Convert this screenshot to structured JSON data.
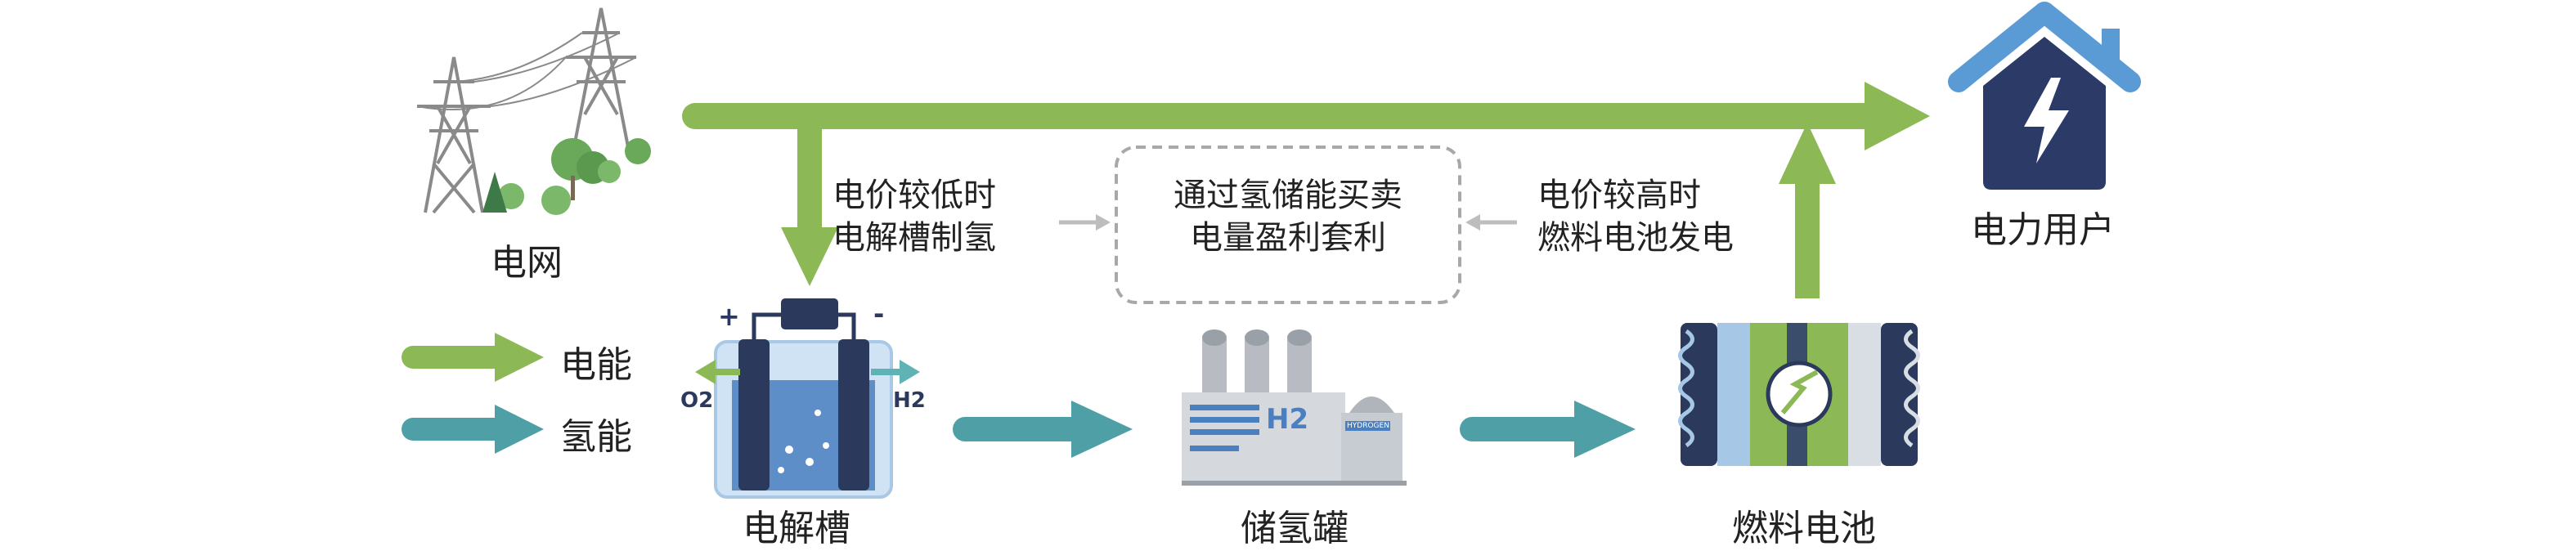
{
  "nodes": {
    "grid_label": "电网",
    "user_label": "电力用户",
    "electrolyzer_label": "电解槽",
    "storage_label": "储氢罐",
    "fuelcell_label": "燃料电池"
  },
  "annotations": {
    "low_price_line1": "电价较低时",
    "low_price_line2": "电解槽制氢",
    "arbitrage_line1": "通过氢储能买卖",
    "arbitrage_line2": "电量盈利套利",
    "high_price_line1": "电价较高时",
    "high_price_line2": "燃料电池发电"
  },
  "legend": {
    "electric_label": "电能",
    "hydrogen_label": "氢能"
  },
  "icon_text": {
    "o2": "O2",
    "h2": "H2",
    "plus": "+",
    "minus": "-",
    "tank_h2": "H2",
    "tank_sign": "HYDROGEN"
  },
  "colors": {
    "electric_arrow": "#8db856",
    "hydrogen_arrow": "#4f9fa7",
    "house": "#2b3a67",
    "house_roof": "#5b9bd5"
  }
}
